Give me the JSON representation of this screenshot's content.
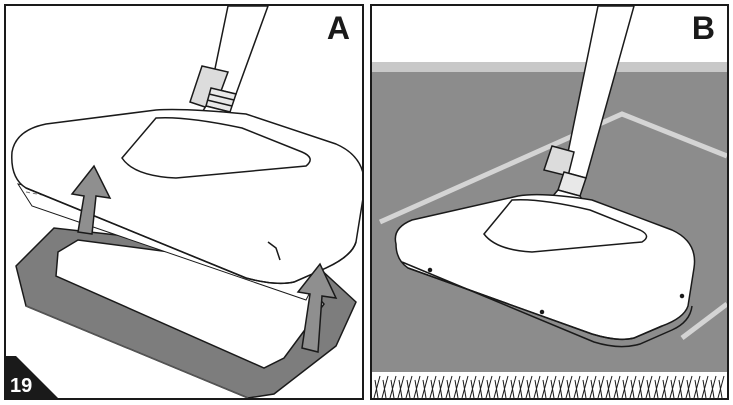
{
  "figure": {
    "step_number": "19",
    "panels": [
      {
        "label": "A"
      },
      {
        "label": "B"
      }
    ]
  },
  "colors": {
    "outline": "#1a1a1a",
    "tray": "#7d7d7d",
    "arrow": "#8f8f8f",
    "floor": "#8c8c8c",
    "floor_light": "#c8c8c8",
    "badge": "#1a1a1a"
  },
  "icons": [
    "lift-arrow-icon",
    "carpet-fibers-icon"
  ]
}
